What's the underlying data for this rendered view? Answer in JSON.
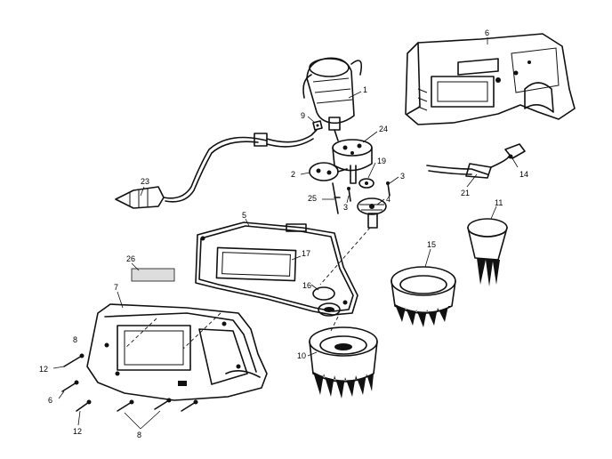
{
  "callouts": [
    "1",
    "2",
    "3",
    "3",
    "4",
    "5",
    "6",
    "6",
    "7",
    "8",
    "8",
    "9",
    "10",
    "11",
    "12",
    "12",
    "14",
    "15",
    "16",
    "17",
    "19",
    "21",
    "23",
    "24",
    "25",
    "26"
  ],
  "colors": {
    "ink": "#111111",
    "paper": "#ffffff"
  }
}
